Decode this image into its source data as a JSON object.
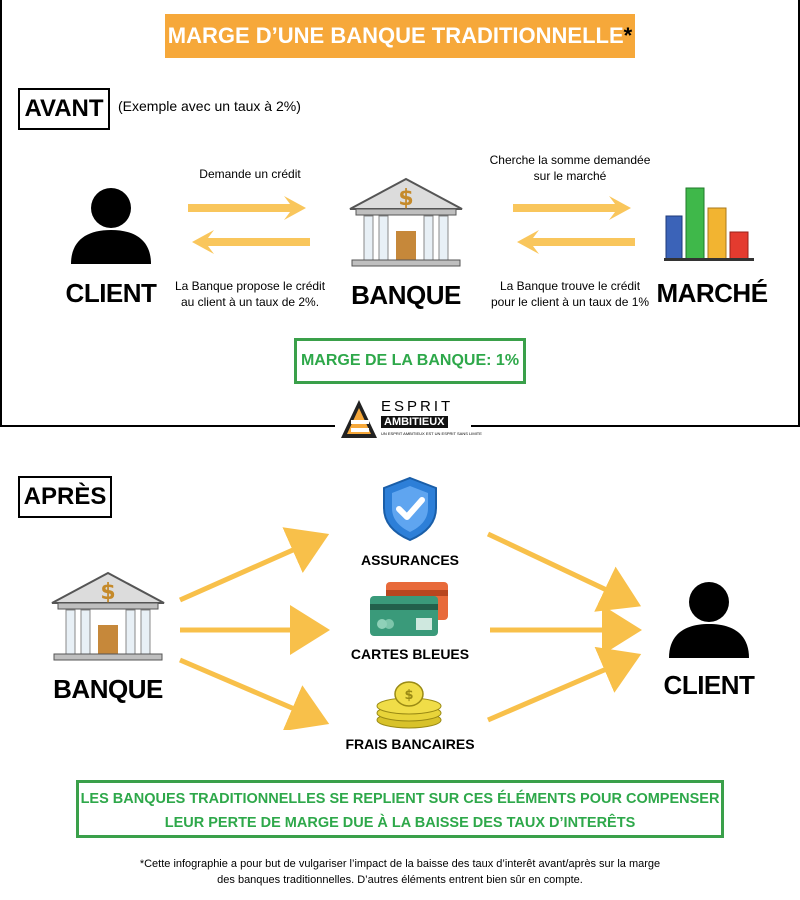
{
  "title": "MARGE D’UNE BANQUE TRADITIONNELLE",
  "title_asterisk": "*",
  "avant": {
    "label": "AVANT",
    "example": "(Exemple avec un taux à 2%)",
    "arrow_top_left": "Demande un crédit",
    "arrow_bottom_left_line1": "La Banque propose le crédit",
    "arrow_bottom_left_line2": "au client à un taux de 2%.",
    "arrow_top_right_line1": "Cherche la somme demandée",
    "arrow_top_right_line2": "sur le marché",
    "arrow_bottom_right_line1": "La Banque trouve le crédit",
    "arrow_bottom_right_line2": "pour le client à un taux de 1%",
    "client_label": "CLIENT",
    "banque_label": "BANQUE",
    "marche_label": "MARCHÉ",
    "marge_box": "MARGE DE LA BANQUE: 1%"
  },
  "logo": {
    "line1": "ESPRIT",
    "line2": "AMBITIEUX",
    "tagline": "UN ESPRIT AMBITIEUX EST UN ESPRIT SANS LIMITE"
  },
  "apres": {
    "label": "APRÈS",
    "banque_label": "BANQUE",
    "client_label": "CLIENT",
    "items": [
      {
        "label": "ASSURANCES",
        "icon": "shield-check-icon"
      },
      {
        "label": "CARTES BLEUES",
        "icon": "credit-cards-icon"
      },
      {
        "label": "FRAIS BANCAIRES",
        "icon": "coins-icon"
      }
    ],
    "conclusion_line1": "LES BANQUES TRADITIONNELLES SE REPLIENT SUR CES ÉLÉMENTS POUR COMPENSER",
    "conclusion_line2": "LEUR PERTE DE MARGE DUE À LA BAISSE DES TAUX D’INTERÊTS"
  },
  "footnote_line1": "*Cette infographie a pour but de vulgariser l’impact de la baisse des taux d’interêt avant/après sur la marge",
  "footnote_line2": "des banques traditionnelles. D’autres éléments entrent bien sûr en compte.",
  "colors": {
    "accent_orange": "#f6a83a",
    "accent_green": "#2ea84a",
    "arrow_yellow": "#f8c04a"
  }
}
